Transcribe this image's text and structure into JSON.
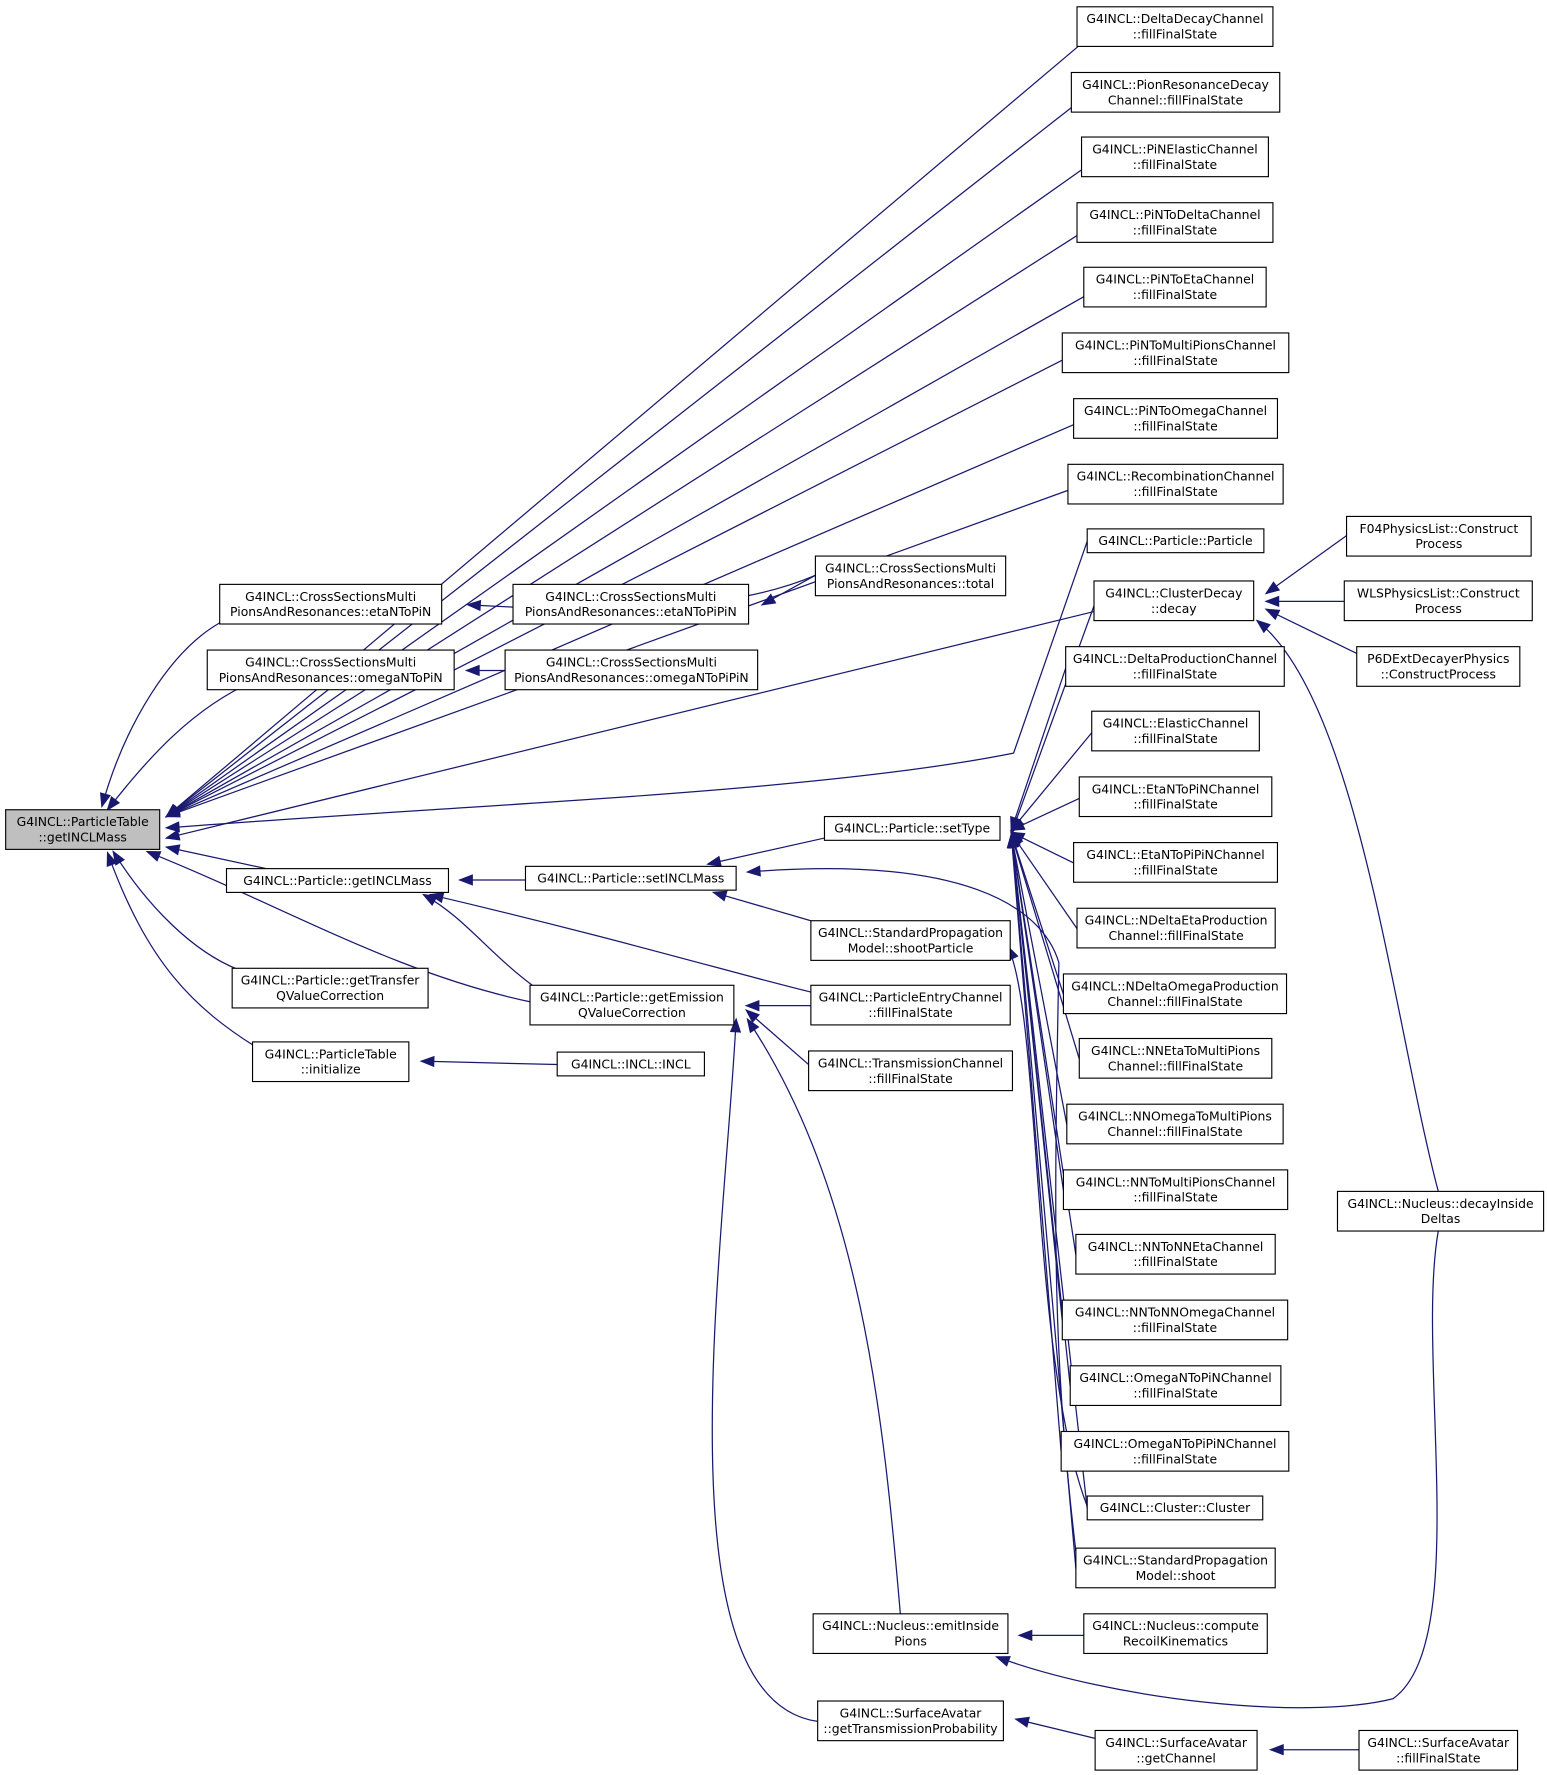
{
  "colors": {
    "edge": "#191970",
    "node_fill": "#ffffff",
    "node_border": "#000000",
    "root_fill": "#bfbfbf",
    "truncated_border": "#ff0000"
  },
  "nodes": [
    {
      "id": "root",
      "lines": [
        "G4INCL::ParticleTable",
        "::getINCLMass"
      ]
    },
    {
      "id": "csm_eta",
      "lines": [
        "G4INCL::CrossSectionsMulti",
        "PionsAndResonances::etaNToPiN"
      ]
    },
    {
      "id": "csm_etapipi",
      "lines": [
        "G4INCL::CrossSectionsMulti",
        "PionsAndResonances::etaNToPiPiN"
      ]
    },
    {
      "id": "csm_total",
      "lines": [
        "G4INCL::CrossSectionsMulti",
        "PionsAndResonances::total"
      ]
    },
    {
      "id": "csm_omega",
      "lines": [
        "G4INCL::CrossSectionsMulti",
        "PionsAndResonances::omegaNToPiN"
      ]
    },
    {
      "id": "csm_omegapipi",
      "lines": [
        "G4INCL::CrossSectionsMulti",
        "PionsAndResonances::omegaNToPiPiN"
      ]
    },
    {
      "id": "p_getmass",
      "lines": [
        "G4INCL::Particle::getINCLMass"
      ]
    },
    {
      "id": "p_gettransfer",
      "lines": [
        "G4INCL::Particle::getTransfer",
        "QValueCorrection"
      ]
    },
    {
      "id": "pt_init",
      "lines": [
        "G4INCL::ParticleTable",
        "::initialize"
      ]
    },
    {
      "id": "incl",
      "lines": [
        "G4INCL::INCL::INCL"
      ]
    },
    {
      "id": "p_setmass",
      "lines": [
        "G4INCL::Particle::setINCLMass"
      ]
    },
    {
      "id": "p_getemission",
      "lines": [
        "G4INCL::Particle::getEmission",
        "QValueCorrection"
      ]
    },
    {
      "id": "p_settype",
      "lines": [
        "G4INCL::Particle::setType"
      ]
    },
    {
      "id": "spm_shootparticle",
      "lines": [
        "G4INCL::StandardPropagation",
        "Model::shootParticle"
      ]
    },
    {
      "id": "pec_ffs",
      "lines": [
        "G4INCL::ParticleEntryChannel",
        "::fillFinalState"
      ]
    },
    {
      "id": "tc_ffs",
      "lines": [
        "G4INCL::TransmissionChannel",
        "::fillFinalState"
      ]
    },
    {
      "id": "nuc_emit",
      "lines": [
        "G4INCL::Nucleus::emitInside",
        "Pions"
      ]
    },
    {
      "id": "sa_gettp",
      "lines": [
        "G4INCL::SurfaceAvatar",
        "::getTransmissionProbability"
      ]
    },
    {
      "id": "nuc_recoil",
      "lines": [
        "G4INCL::Nucleus::compute",
        "RecoilKinematics"
      ]
    },
    {
      "id": "sa_getchannel",
      "lines": [
        "G4INCL::SurfaceAvatar",
        "::getChannel"
      ]
    },
    {
      "id": "sa_ffs",
      "lines": [
        "G4INCL::SurfaceAvatar",
        "::fillFinalState"
      ]
    },
    {
      "id": "ddc",
      "lines": [
        "G4INCL::DeltaDecayChannel",
        "::fillFinalState"
      ]
    },
    {
      "id": "prdc",
      "lines": [
        "G4INCL::PionResonanceDecay",
        "Channel::fillFinalState"
      ]
    },
    {
      "id": "pinel",
      "lines": [
        "G4INCL::PiNElasticChannel",
        "::fillFinalState"
      ]
    },
    {
      "id": "pintodelta",
      "lines": [
        "G4INCL::PiNToDeltaChannel",
        "::fillFinalState"
      ]
    },
    {
      "id": "pintoeta",
      "lines": [
        "G4INCL::PiNToEtaChannel",
        "::fillFinalState"
      ]
    },
    {
      "id": "pintomulti",
      "lines": [
        "G4INCL::PiNToMultiPionsChannel",
        "::fillFinalState"
      ]
    },
    {
      "id": "pintoomega",
      "lines": [
        "G4INCL::PiNToOmegaChannel",
        "::fillFinalState"
      ]
    },
    {
      "id": "recomb",
      "lines": [
        "G4INCL::RecombinationChannel",
        "::fillFinalState"
      ]
    },
    {
      "id": "particle_ctor",
      "lines": [
        "G4INCL::Particle::Particle"
      ]
    },
    {
      "id": "cluster_decay",
      "lines": [
        "G4INCL::ClusterDecay",
        "::decay"
      ]
    },
    {
      "id": "deltaprod",
      "lines": [
        "G4INCL::DeltaProductionChannel",
        "::fillFinalState"
      ]
    },
    {
      "id": "elastic",
      "lines": [
        "G4INCL::ElasticChannel",
        "::fillFinalState"
      ]
    },
    {
      "id": "etantopin",
      "lines": [
        "G4INCL::EtaNToPiNChannel",
        "::fillFinalState"
      ]
    },
    {
      "id": "etantopipin",
      "lines": [
        "G4INCL::EtaNToPiPiNChannel",
        "::fillFinalState"
      ]
    },
    {
      "id": "ndeltaeta",
      "lines": [
        "G4INCL::NDeltaEtaProduction",
        "Channel::fillFinalState"
      ]
    },
    {
      "id": "ndeltaomega",
      "lines": [
        "G4INCL::NDeltaOmegaProduction",
        "Channel::fillFinalState"
      ]
    },
    {
      "id": "nnetamulti",
      "lines": [
        "G4INCL::NNEtaToMultiPions",
        "Channel::fillFinalState"
      ]
    },
    {
      "id": "nnomegamulti",
      "lines": [
        "G4INCL::NNOmegaToMultiPions",
        "Channel::fillFinalState"
      ]
    },
    {
      "id": "nntomulti",
      "lines": [
        "G4INCL::NNToMultiPionsChannel",
        "::fillFinalState"
      ]
    },
    {
      "id": "nntonneta",
      "lines": [
        "G4INCL::NNToNNEtaChannel",
        "::fillFinalState"
      ]
    },
    {
      "id": "nntonnomega",
      "lines": [
        "G4INCL::NNToNNOmegaChannel",
        "::fillFinalState"
      ]
    },
    {
      "id": "omegantopin",
      "lines": [
        "G4INCL::OmegaNToPiNChannel",
        "::fillFinalState"
      ]
    },
    {
      "id": "omegantopipin",
      "lines": [
        "G4INCL::OmegaNToPiPiNChannel",
        "::fillFinalState"
      ]
    },
    {
      "id": "cluster_ctor",
      "lines": [
        "G4INCL::Cluster::Cluster"
      ]
    },
    {
      "id": "spm_shoot",
      "lines": [
        "G4INCL::StandardPropagation",
        "Model::shoot"
      ]
    },
    {
      "id": "f04",
      "lines": [
        "F04PhysicsList::Construct",
        "Process"
      ]
    },
    {
      "id": "wls",
      "lines": [
        "WLSPhysicsList::Construct",
        "Process"
      ]
    },
    {
      "id": "p6d",
      "lines": [
        "P6DExtDecayerPhysics",
        "::ConstructProcess"
      ]
    },
    {
      "id": "nuc_decaydeltas",
      "lines": [
        "G4INCL::Nucleus::decayInside",
        "Deltas"
      ]
    }
  ]
}
